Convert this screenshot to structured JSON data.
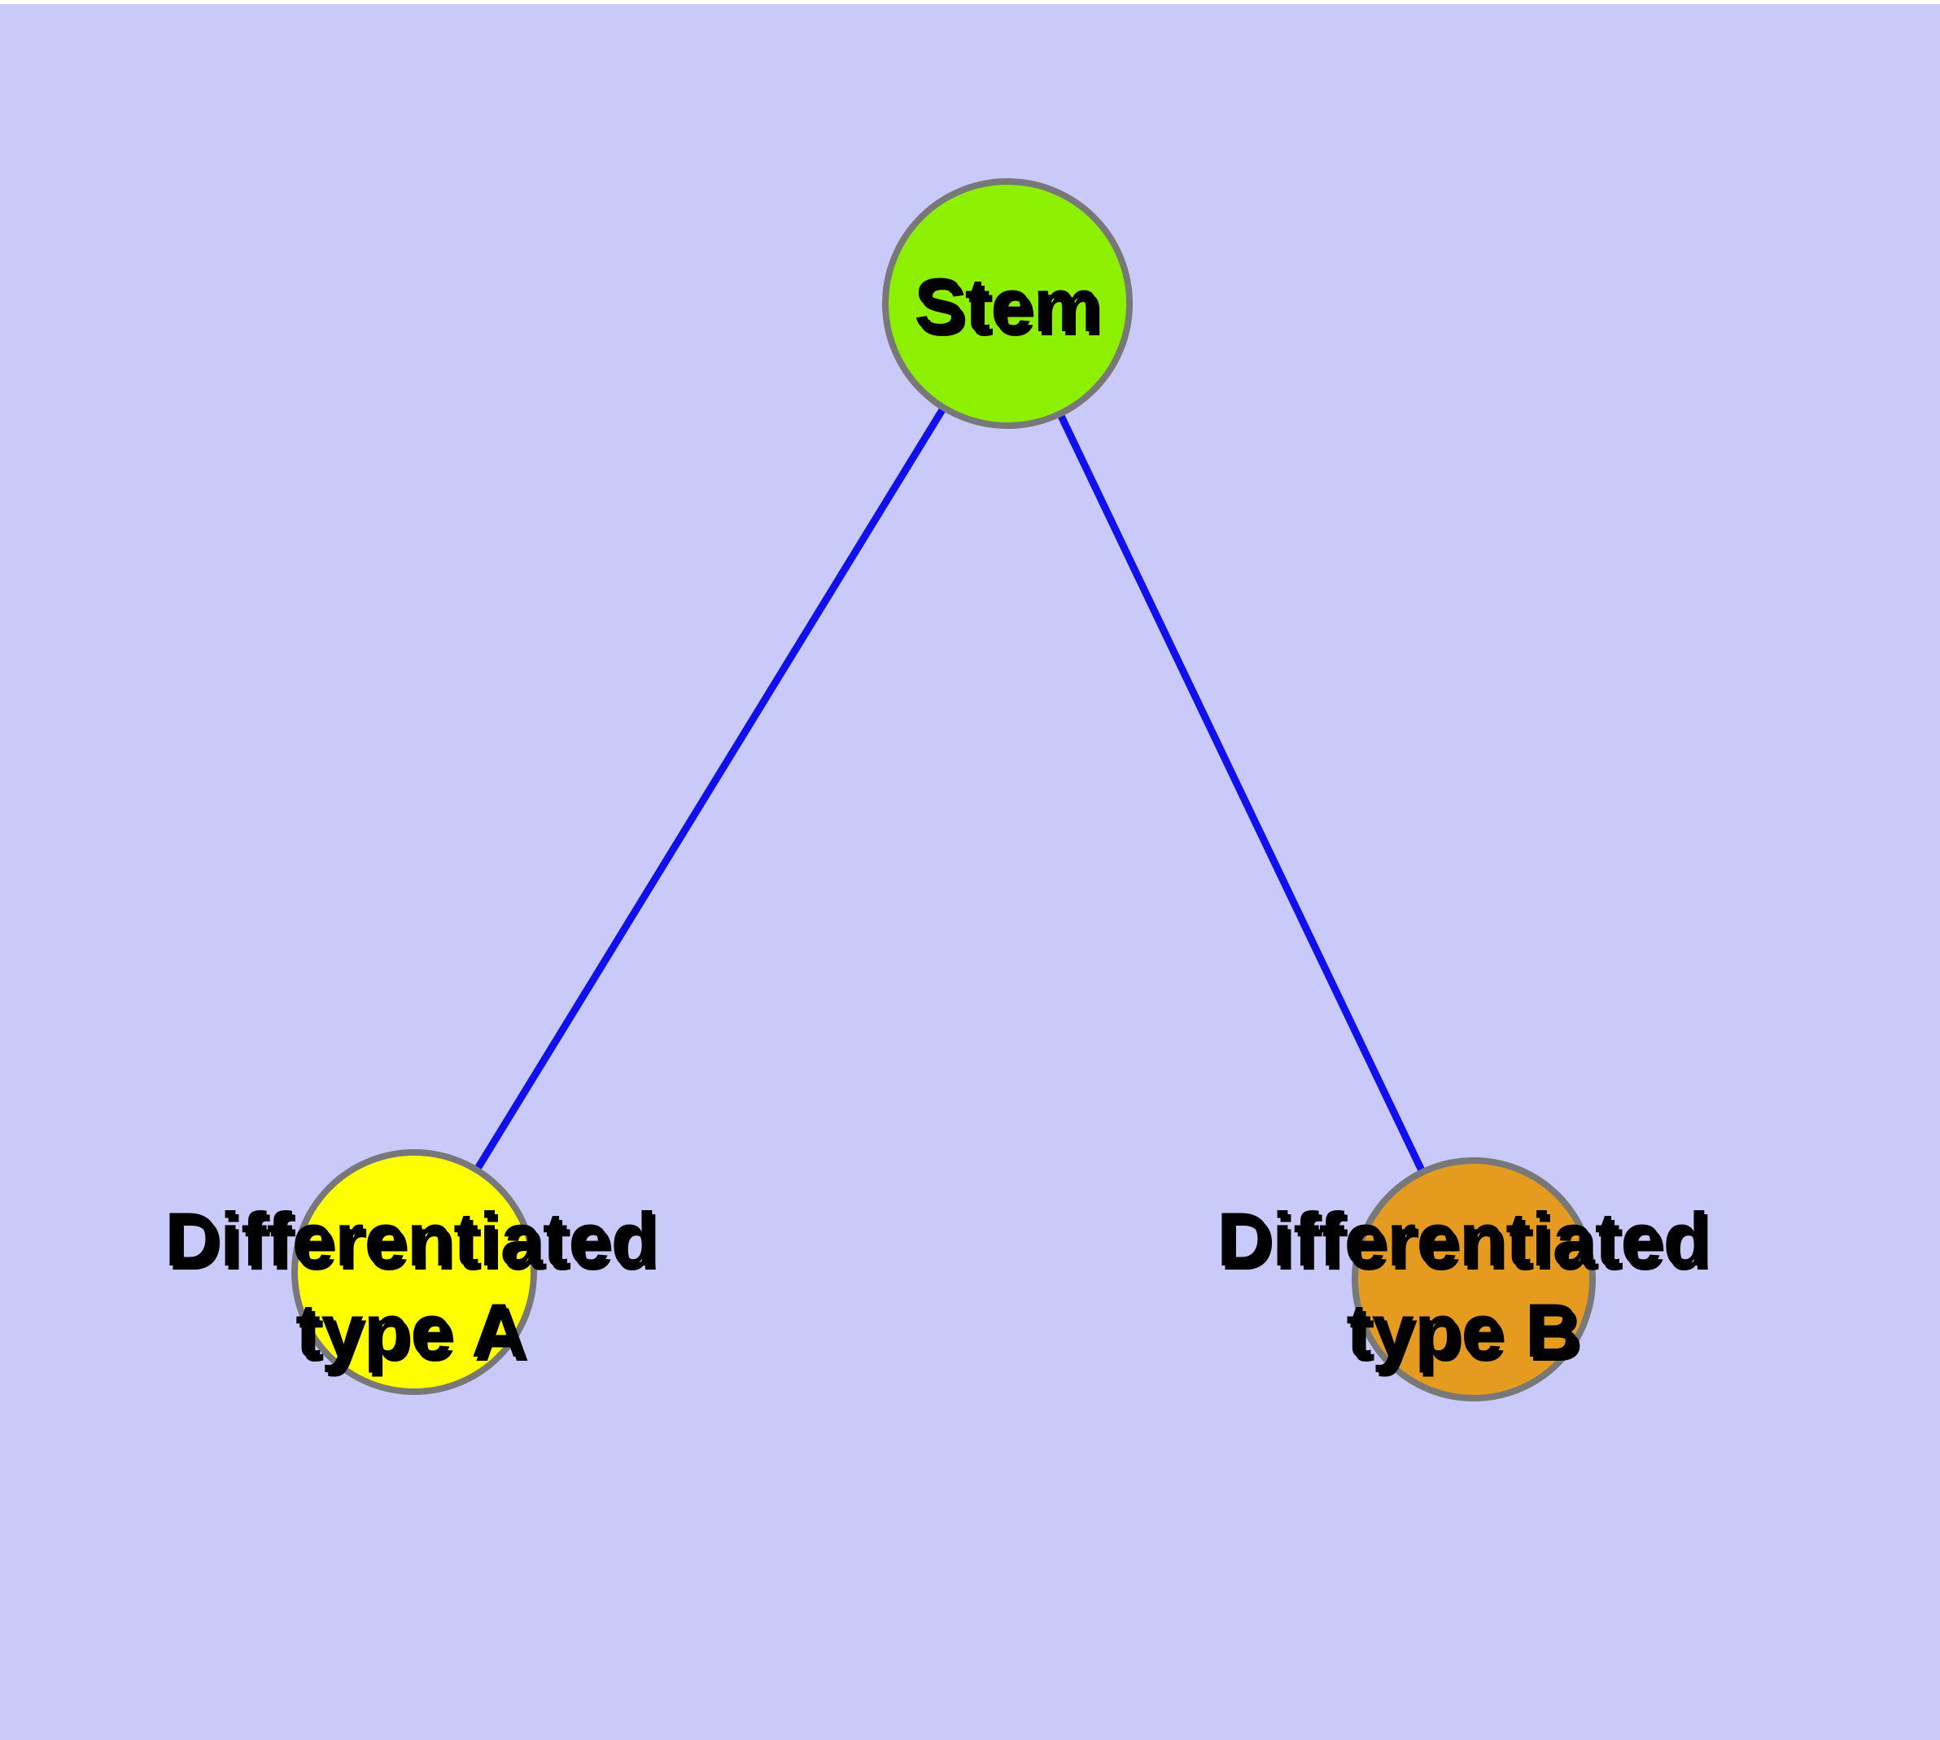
{
  "diagram": {
    "type": "graph",
    "background_color": "#cacafa",
    "top_margin_color": "#ffffff",
    "node_border_color": "#787878",
    "edge_color": "#1010ee",
    "label_color": "#000000",
    "nodes": [
      {
        "id": "stem",
        "label": "Stem",
        "label_lines": [
          "Stem"
        ],
        "fill": "#8df000"
      },
      {
        "id": "type-a",
        "label": "Differentiated type A",
        "label_lines": [
          "Differentiated",
          "type A"
        ],
        "fill": "#ffff00"
      },
      {
        "id": "type-b",
        "label": "Differentiated type B",
        "label_lines": [
          "Differentiated",
          "type B"
        ],
        "fill": "#e49b20"
      }
    ],
    "edges": [
      {
        "from": "stem",
        "to": "type-a"
      },
      {
        "from": "stem",
        "to": "type-b"
      }
    ]
  }
}
